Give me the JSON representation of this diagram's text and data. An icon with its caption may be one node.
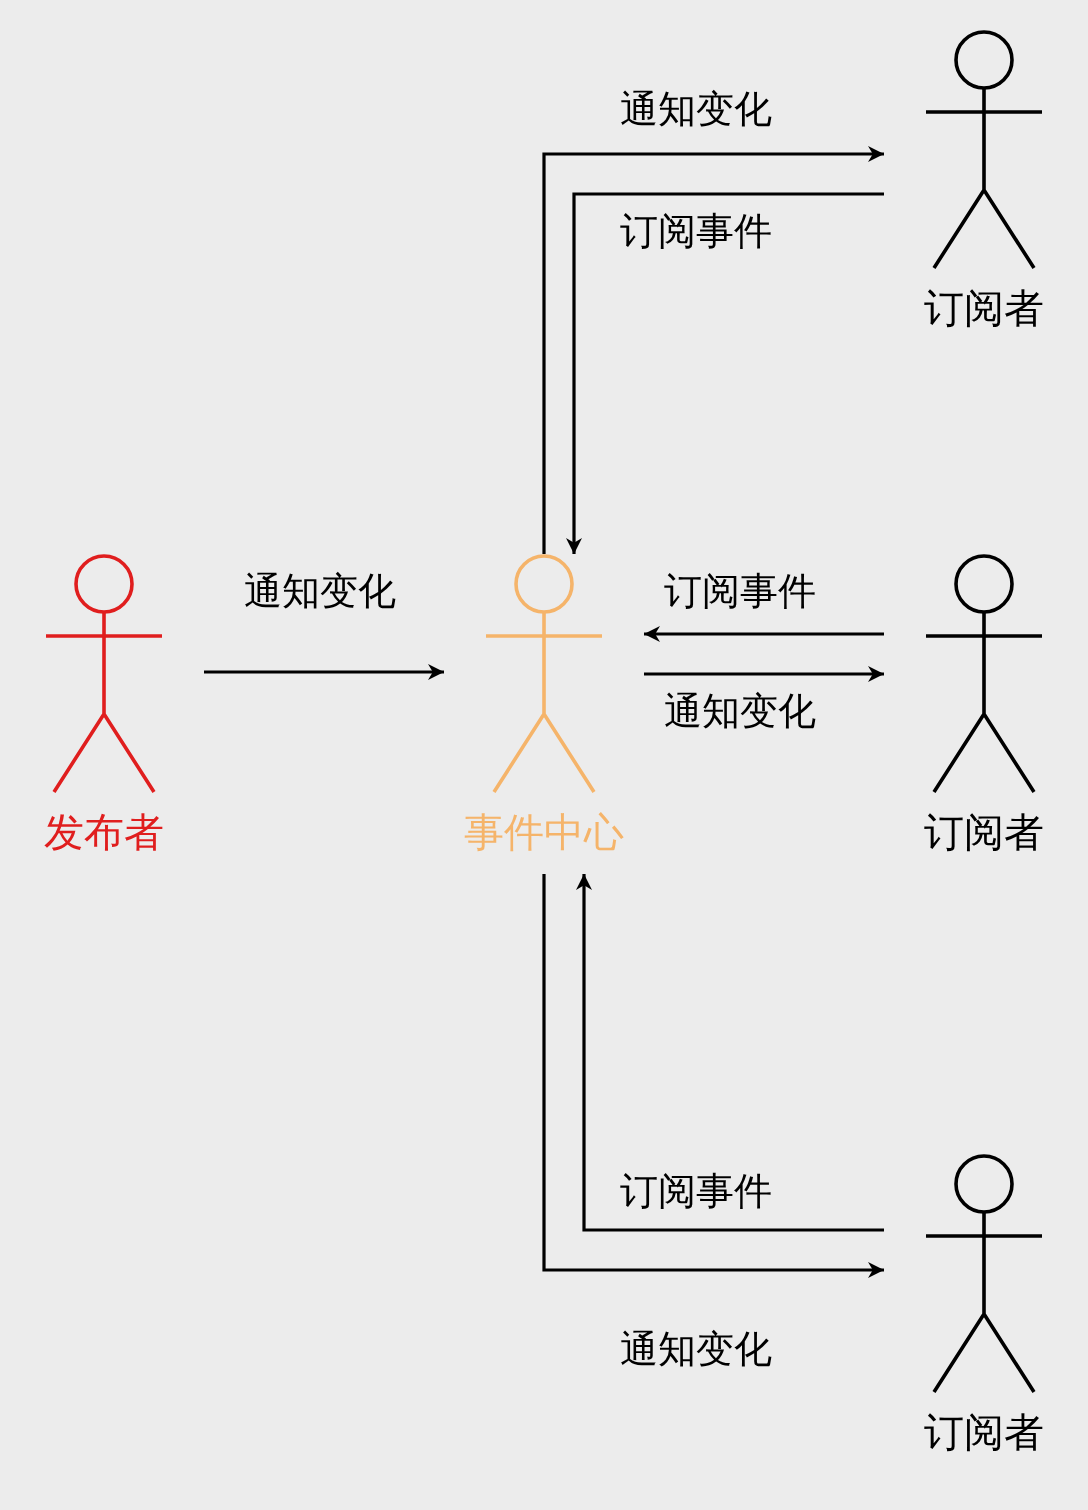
{
  "diagram": {
    "nodes": [
      {
        "text": [
          "发布者"
        ]
      },
      {
        "text": [
          "事件中心"
        ]
      },
      {
        "text": [
          "订阅者"
        ]
      },
      {
        "text": [
          "订阅者"
        ]
      },
      {
        "text": [
          "订阅者"
        ]
      }
    ],
    "edges": [
      {
        "from": 0,
        "to": 1,
        "arrow": "to",
        "label": "通知变化"
      },
      {
        "from": 1,
        "to": 2,
        "arrow": "to",
        "label": "通知变化"
      },
      {
        "from": 2,
        "to": 1,
        "arrow": "to",
        "label": "订阅事件"
      },
      {
        "from": 3,
        "to": 1,
        "arrow": "to",
        "label": "订阅事件"
      },
      {
        "from": 1,
        "to": 3,
        "arrow": "to",
        "label": "通知变化"
      },
      {
        "from": 4,
        "to": 1,
        "arrow": "to",
        "label": "订阅事件"
      },
      {
        "from": 1,
        "to": 4,
        "arrow": "to",
        "label": "通知变化"
      }
    ]
  }
}
